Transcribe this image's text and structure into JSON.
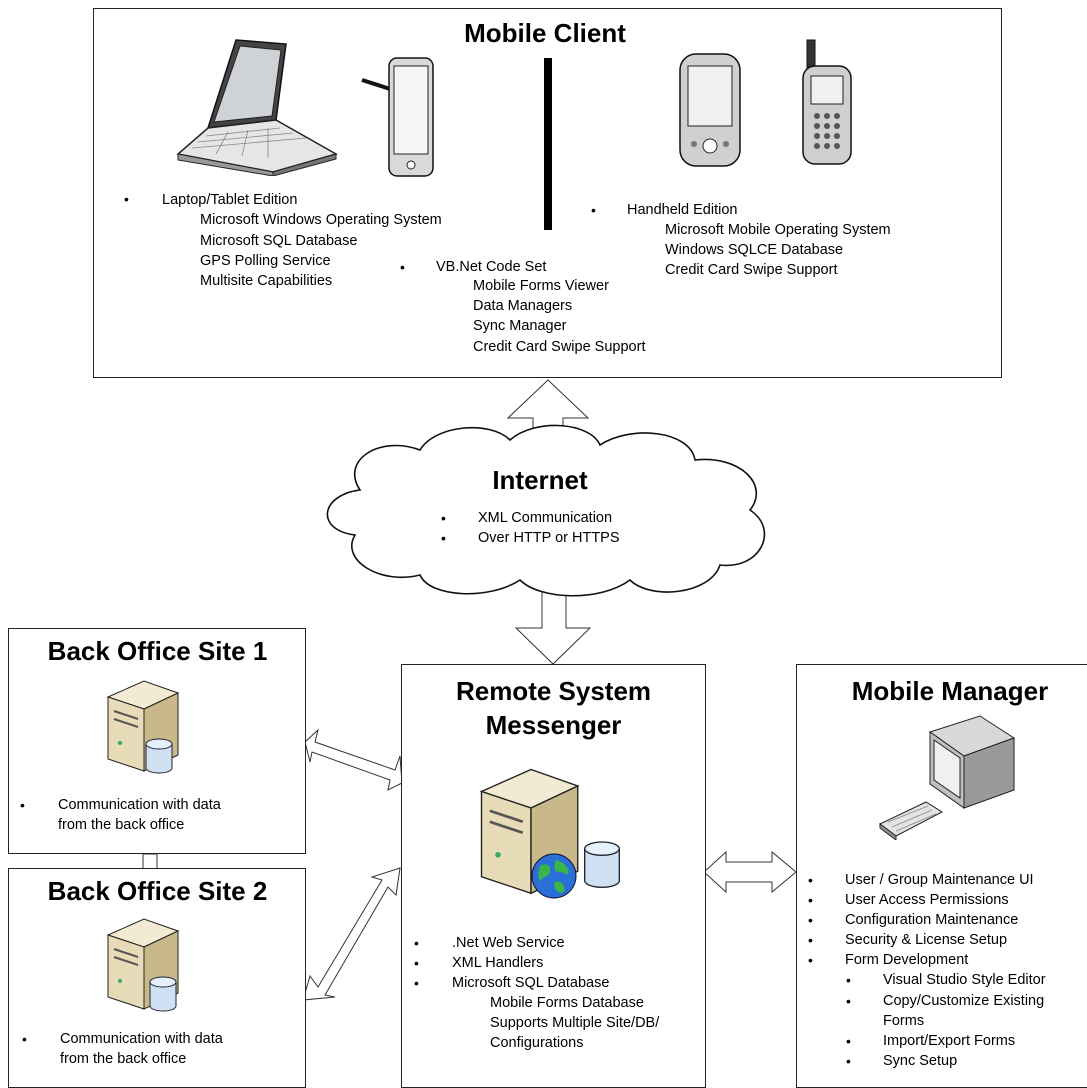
{
  "mobile_client": {
    "title": "Mobile Client",
    "laptop_heading": "Laptop/Tablet Edition",
    "laptop_items": [
      "Microsoft Windows Operating System",
      "Microsoft SQL Database",
      "GPS Polling Service",
      "Multisite Capabilities"
    ],
    "vbnet_heading": "VB.Net Code Set",
    "vbnet_items": [
      "Mobile Forms Viewer",
      "Data Managers",
      "Sync Manager",
      "Credit Card Swipe Support"
    ],
    "handheld_heading": "Handheld Edition",
    "handheld_items": [
      "Microsoft Mobile Operating System",
      "Windows SQLCE Database",
      "Credit Card Swipe Support"
    ]
  },
  "internet": {
    "title": "Internet",
    "items": [
      "XML Communication",
      "Over HTTP or HTTPS"
    ]
  },
  "back_office_1": {
    "title": "Back Office Site 1",
    "desc_line1": "Communication with data",
    "desc_line2": "from the back office"
  },
  "back_office_2": {
    "title": "Back Office Site 2",
    "desc_line1": "Communication with data",
    "desc_line2": "from the back office"
  },
  "remote_messenger": {
    "title_line1": "Remote System",
    "title_line2": "Messenger",
    "items": [
      ".Net Web Service",
      "XML Handlers",
      "Microsoft SQL Database"
    ],
    "sub_items": [
      "Mobile Forms Database",
      "Supports Multiple Site/DB/",
      "Configurations"
    ]
  },
  "mobile_manager": {
    "title": "Mobile Manager",
    "items": [
      "User / Group Maintenance UI",
      "User Access Permissions",
      "Configuration Maintenance",
      "Security & License Setup",
      "Form Development"
    ],
    "sub_items": [
      "Visual Studio Style Editor",
      "Copy/Customize Existing",
      "Forms",
      "Import/Export Forms",
      "Sync Setup"
    ]
  },
  "bullet_char": "•",
  "icons": [
    "laptop-icon",
    "tablet-pen-icon",
    "pda-icon",
    "cell-phone-icon",
    "server-icon",
    "database-icon",
    "globe-icon",
    "desktop-computer-icon",
    "keyboard-icon"
  ]
}
